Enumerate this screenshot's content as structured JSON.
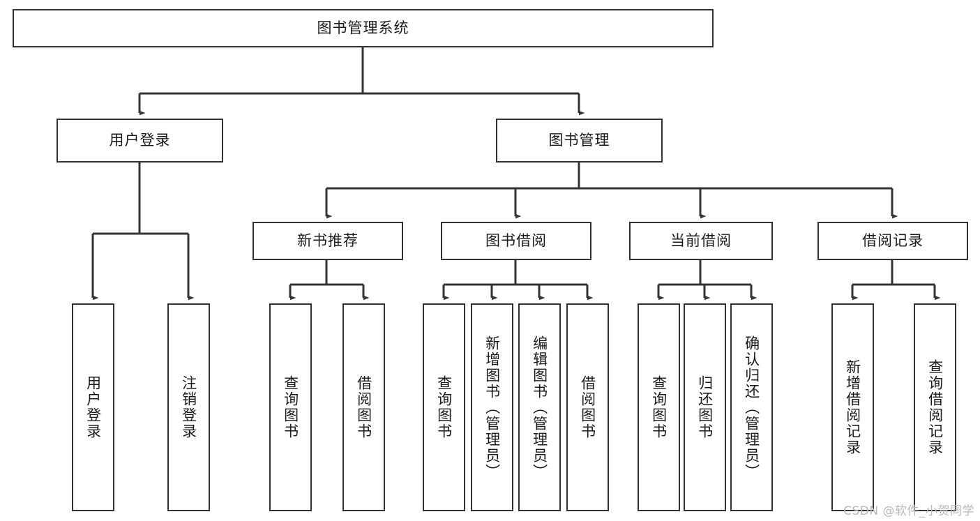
{
  "diagram": {
    "type": "tree",
    "title": "图书管理系统",
    "orientation": "top-down",
    "watermark": "CSDN @软件_小贺同学",
    "colors": {
      "box_border": "#333333",
      "box_fill": "#ffffff",
      "edge": "#333333",
      "text": "#1a1a1a",
      "watermark": "#b9b9b9"
    },
    "nodes": {
      "root": {
        "label": "图书管理系统",
        "level": 1,
        "text_direction": "horizontal"
      },
      "l2": [
        {
          "id": "user_login",
          "label": "用户登录",
          "level": 2,
          "text_direction": "horizontal"
        },
        {
          "id": "book_mgmt",
          "label": "图书管理",
          "level": 2,
          "text_direction": "horizontal"
        }
      ],
      "l3": [
        {
          "id": "new_book_rec",
          "label": "新书推荐",
          "level": 3,
          "text_direction": "horizontal",
          "parent": "book_mgmt"
        },
        {
          "id": "book_borrow",
          "label": "图书借阅",
          "level": 3,
          "text_direction": "horizontal",
          "parent": "book_mgmt"
        },
        {
          "id": "current_borrow",
          "label": "当前借阅",
          "level": 3,
          "text_direction": "horizontal",
          "parent": "book_mgmt"
        },
        {
          "id": "borrow_record",
          "label": "借阅记录",
          "level": 3,
          "text_direction": "horizontal",
          "parent": "book_mgmt"
        }
      ],
      "leaves": {
        "user_login": [
          {
            "id": "leaf_user_login",
            "label": "用户登录",
            "text_direction": "vertical"
          },
          {
            "id": "leaf_user_logout",
            "label": "注销登录",
            "text_direction": "vertical"
          }
        ],
        "new_book_rec": [
          {
            "id": "leaf_query_book_1",
            "label": "查询图书",
            "text_direction": "vertical"
          },
          {
            "id": "leaf_borrow_book_1",
            "label": "借阅图书",
            "text_direction": "vertical"
          }
        ],
        "book_borrow": [
          {
            "id": "leaf_query_book_2",
            "label": "查询图书",
            "text_direction": "vertical"
          },
          {
            "id": "leaf_add_book",
            "label": "新增图书（管理员）",
            "text_direction": "vertical"
          },
          {
            "id": "leaf_edit_book",
            "label": "编辑图书（管理员）",
            "text_direction": "vertical"
          },
          {
            "id": "leaf_borrow_book_2",
            "label": "借阅图书",
            "text_direction": "vertical"
          }
        ],
        "current_borrow": [
          {
            "id": "leaf_query_book_3",
            "label": "查询图书",
            "text_direction": "vertical"
          },
          {
            "id": "leaf_return_book",
            "label": "归还图书",
            "text_direction": "vertical"
          },
          {
            "id": "leaf_confirm_return",
            "label": "确认归还（管理员）",
            "text_direction": "vertical"
          }
        ],
        "borrow_record": [
          {
            "id": "leaf_add_record",
            "label": "新增借阅记录",
            "text_direction": "vertical"
          },
          {
            "id": "leaf_query_record",
            "label": "查询借阅记录",
            "text_direction": "vertical"
          }
        ]
      }
    }
  }
}
